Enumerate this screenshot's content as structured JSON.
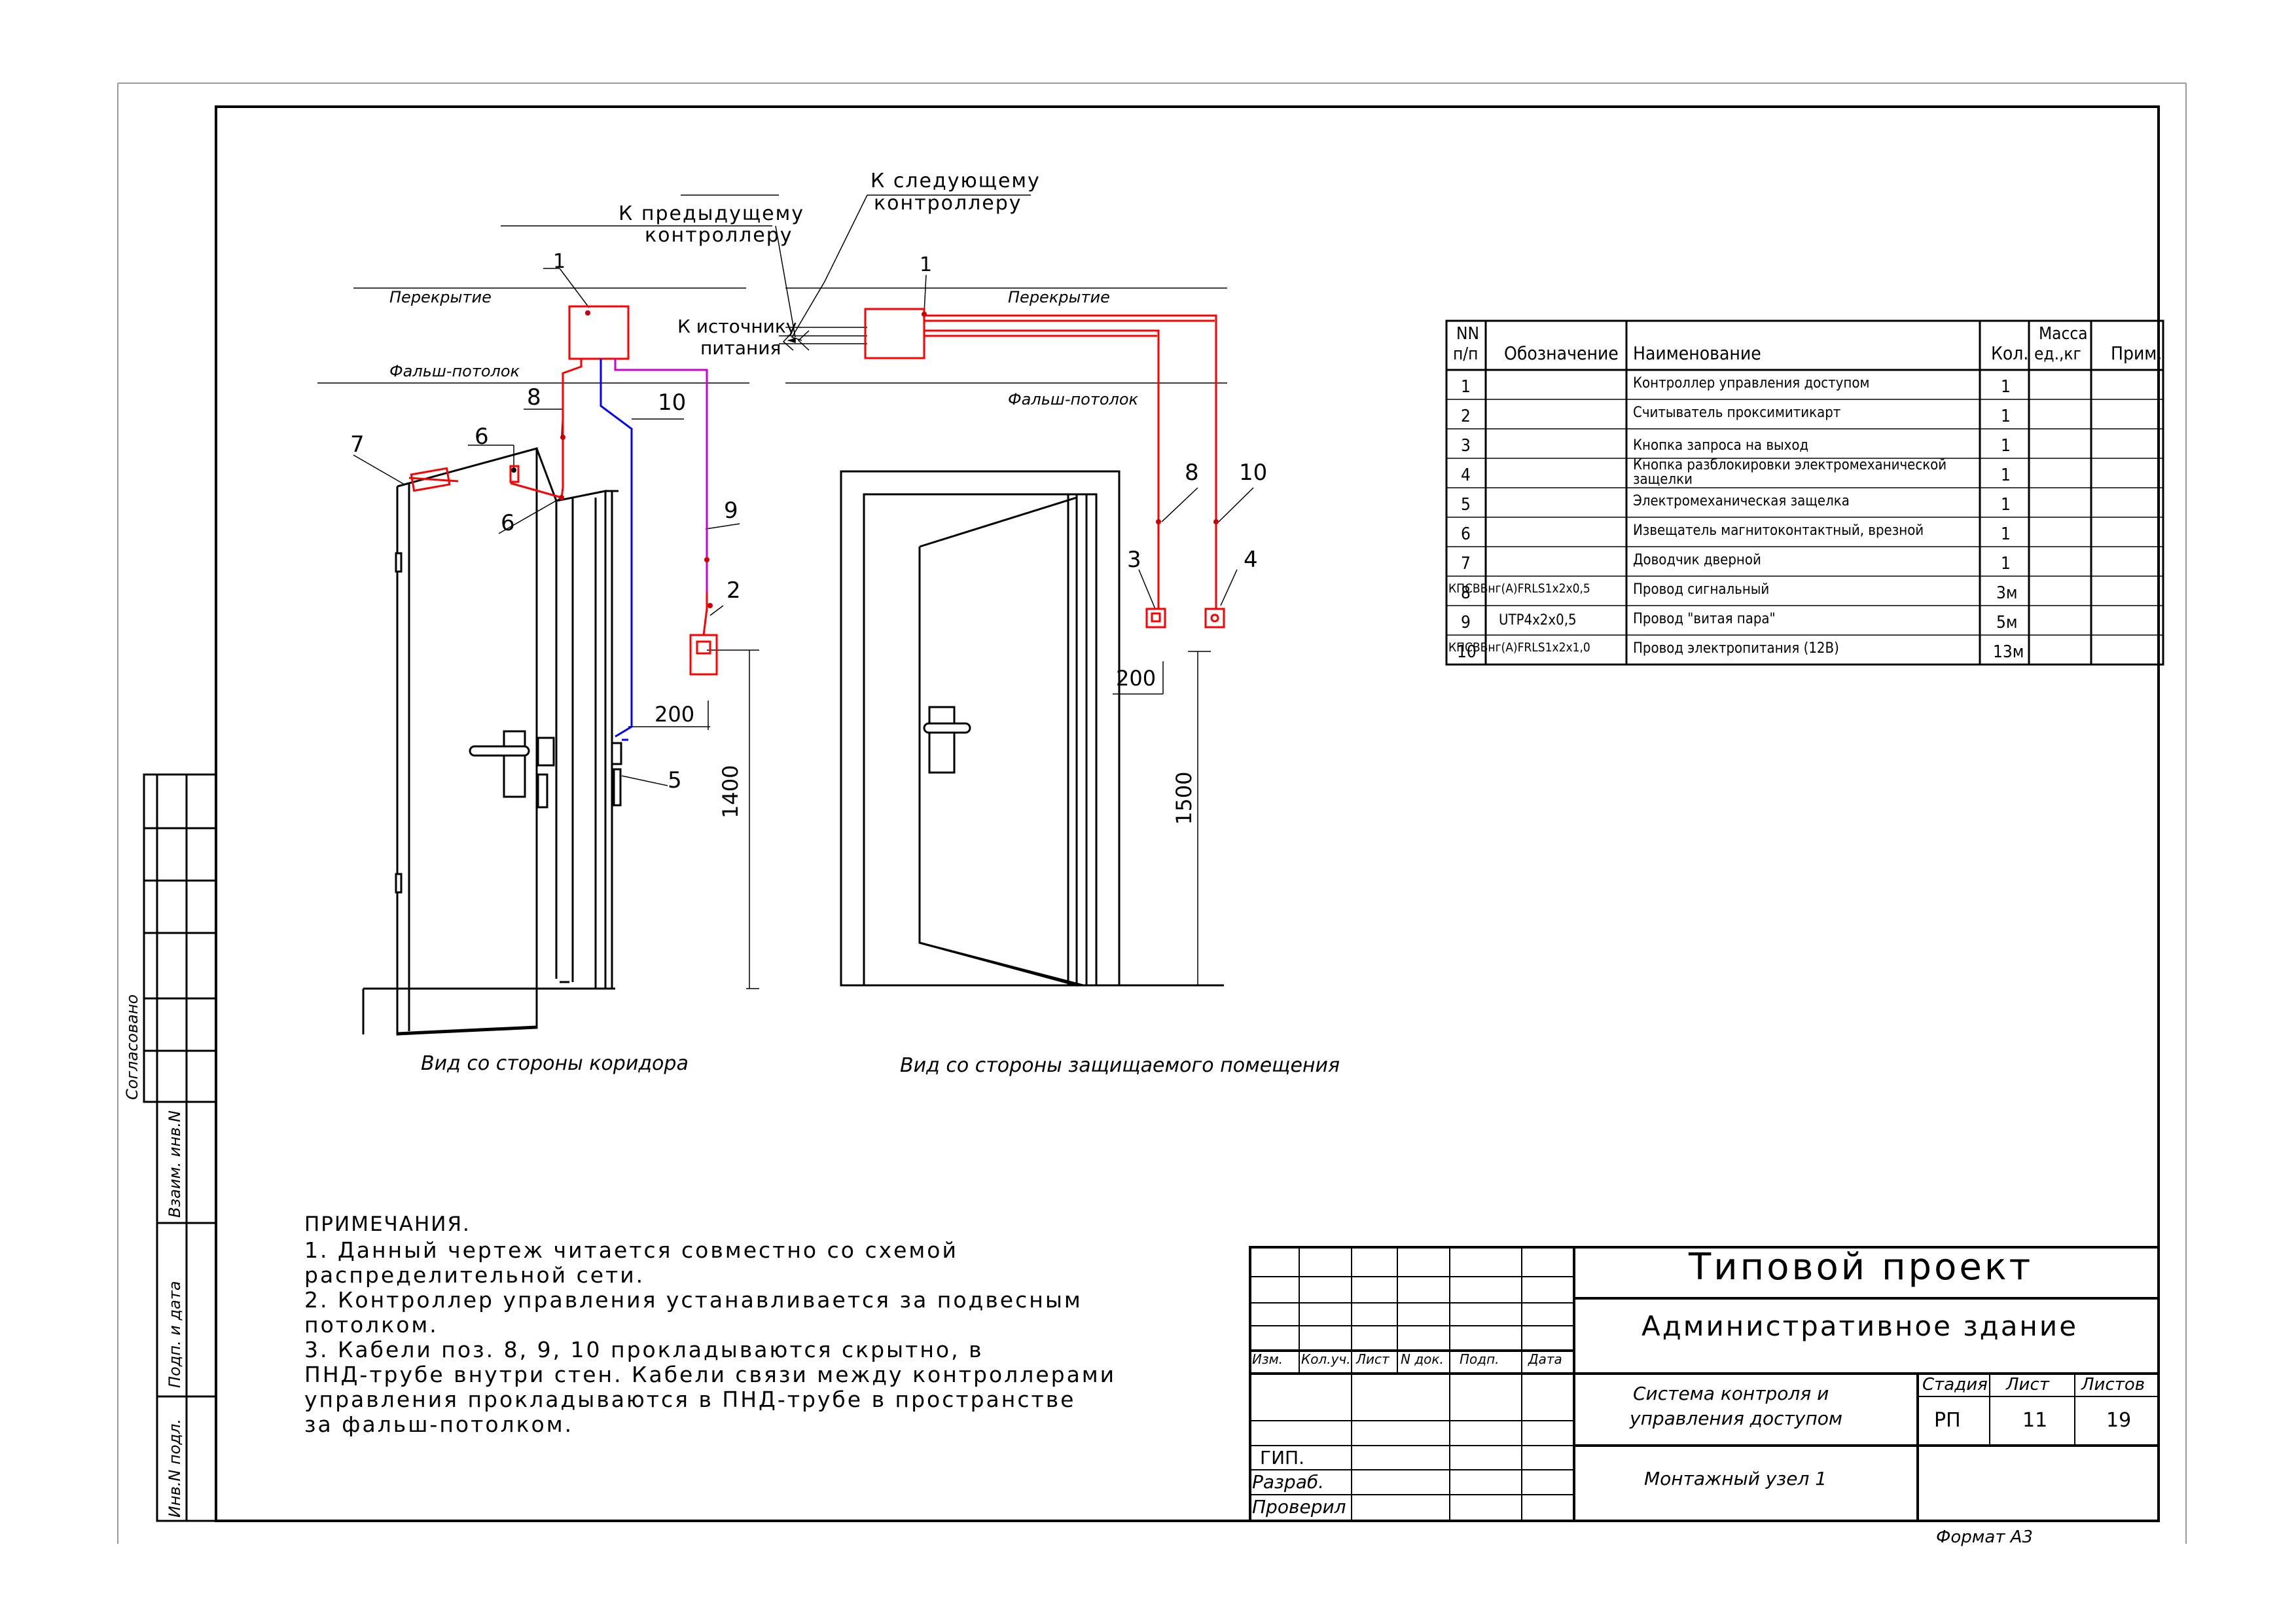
{
  "labels": {
    "to_next": "К следующему",
    "to_next_2": "контроллеру",
    "to_prev": "К предыдущему",
    "to_prev_2": "контроллеру",
    "to_power": "К источнику",
    "to_power_2": "питания",
    "ceiling_left": "Перекрытие",
    "ceiling_right": "Перекрытие",
    "false_ceiling_left": "Фальш-потолок",
    "false_ceiling_right": "Фальш-потолок",
    "view_corridor": "Вид со стороны коридора",
    "view_room": "Вид со стороны защищаемого помещения"
  },
  "callouts": {
    "c1_left": "1",
    "c1_right": "1",
    "c2": "2",
    "c3": "3",
    "c4": "4",
    "c5": "5",
    "c6a": "6",
    "c6b": "6",
    "c7": "7",
    "c8_left": "8",
    "c8_right": "8",
    "c9": "9",
    "c10_left": "10",
    "c10_right": "10"
  },
  "dimensions": {
    "d200_left": "200",
    "d200_right": "200",
    "d1400": "1400",
    "d1500": "1500"
  },
  "table": {
    "headers": {
      "nn": "NN",
      "nn2": "п/п",
      "code": "Обозначение",
      "name": "Наименование",
      "qty": "Кол.",
      "mass": "Масса",
      "mass2": "ед.,кг",
      "note": "Прим."
    },
    "rows": [
      {
        "n": "1",
        "code": "",
        "name": "Контроллер управления доступом",
        "qty": "1"
      },
      {
        "n": "2",
        "code": "",
        "name": "Считыватель проксимитикарт",
        "qty": "1"
      },
      {
        "n": "3",
        "code": "",
        "name": "Кнопка запроса на выход",
        "qty": "1"
      },
      {
        "n": "4",
        "code": "",
        "name": "Кнопка разблокировки электромеханической",
        "name2": "защелки",
        "qty": "1"
      },
      {
        "n": "5",
        "code": "",
        "name": "Электромеханическая защелка",
        "qty": "1"
      },
      {
        "n": "6",
        "code": "",
        "name": "Извещатель магнитоконтактный, врезной",
        "qty": "1"
      },
      {
        "n": "7",
        "code": "",
        "name": "Доводчик дверной",
        "qty": "1"
      },
      {
        "n": "8",
        "code": "КПСВВнг(А)FRLS1х2х0,5",
        "name": "Провод сигнальный",
        "qty": "3м"
      },
      {
        "n": "9",
        "code": "UTP4х2х0,5",
        "name": "Провод \"витая пара\"",
        "qty": "5м"
      },
      {
        "n": "10",
        "code": "КПСВВнг(А)FRLS1х2х1,0",
        "name": "Провод электропитания (12В)",
        "qty": "13м"
      }
    ]
  },
  "notes": {
    "title": "ПРИМЕЧАНИЯ.",
    "lines": [
      "1. Данный чертеж читается совместно со схемой",
      "распределительной сети.",
      "2. Контроллер управления устанавливается за подвесным",
      "потолком.",
      "3. Кабели поз. 8, 9, 10 прокладываются скрытно, в",
      "ПНД-трубе внутри стен. Кабели связи между контроллерами",
      "управления прокладываются в ПНД-трубе в пространстве",
      "за фальш-потолком."
    ]
  },
  "side_stamp": {
    "agreed": "Согласовано",
    "inv_sub": "Взаим. инв.N",
    "sign_date": "Подп. и дата",
    "inv_orig": "Инв.N подл."
  },
  "title_block": {
    "project": "Типовой проект",
    "building": "Административное здание",
    "system": "Система контроля и",
    "system2": "управления доступом",
    "sheet_name": "Монтажный узел 1",
    "cols": {
      "izm": "Изм.",
      "kol": "Кол.уч.",
      "list": "Лист",
      "ndok": "N док.",
      "podp": "Подп.",
      "data": "Дата"
    },
    "roles": {
      "gip": "ГИП.",
      "razrab": "Разраб.",
      "prover": "Проверил"
    },
    "stage_label": "Стадия",
    "sheet_label": "Лист",
    "sheets_label": "Листов",
    "stage": "РП",
    "sheet": "11",
    "sheets": "19",
    "format": "Формат А3"
  },
  "colors": {
    "power": "#ff0000",
    "signal_utp": "#0000ff",
    "pink": "#cc00cc",
    "line": "#000000"
  }
}
